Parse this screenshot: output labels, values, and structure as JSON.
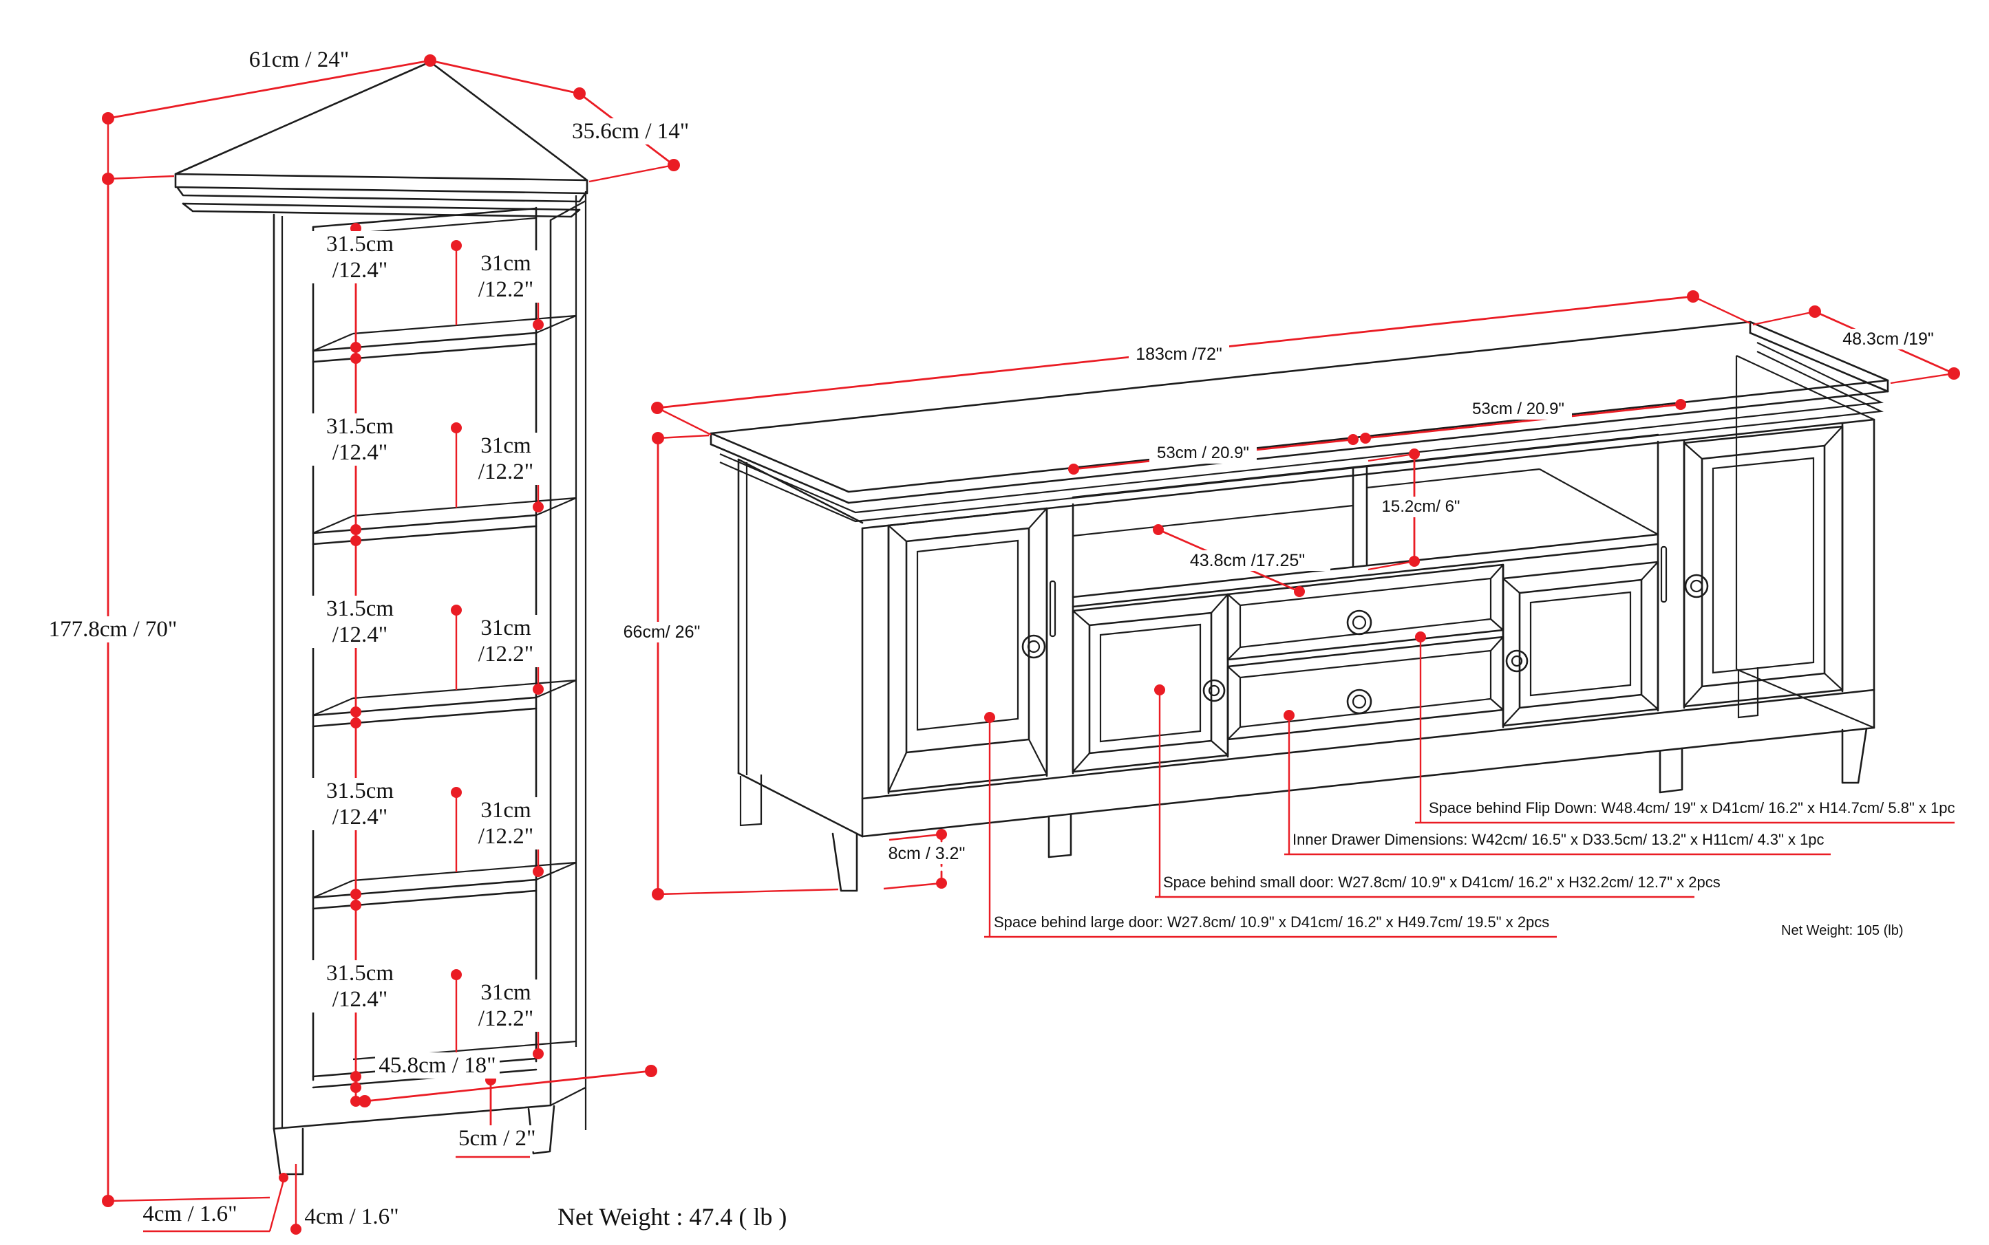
{
  "colors": {
    "line": "#1c1c1c",
    "dimension_red": "#ea1c24",
    "background": "#ffffff"
  },
  "bookcase": {
    "top_width": "61cm / 24\"",
    "top_depth": "35.6cm / 14\"",
    "height": "177.8cm / 70\"",
    "shelves": [
      {
        "inner1": "31.5cm",
        "inner2": "/12.4\"",
        "depth1": "31cm",
        "depth2": "/12.2\""
      },
      {
        "inner1": "31.5cm",
        "inner2": "/12.4\"",
        "depth1": "31cm",
        "depth2": "/12.2\""
      },
      {
        "inner1": "31.5cm",
        "inner2": "/12.4\"",
        "depth1": "31cm",
        "depth2": "/12.2\""
      },
      {
        "inner1": "31.5cm",
        "inner2": "/12.4\"",
        "depth1": "31cm",
        "depth2": "/12.2\""
      },
      {
        "inner1": "31.5cm",
        "inner2": "/12.4\"",
        "depth1": "31cm",
        "depth2": "/12.2\""
      }
    ],
    "bottom_inner_width": "45.8cm / 18\"",
    "plinth_height": "5cm / 2\"",
    "leg_width": "4cm / 1.6\"",
    "leg_depth": "4cm / 1.6\"",
    "net_weight": "Net Weight : 47.4 ( lb )"
  },
  "tvstand": {
    "width": "183cm /72\"",
    "depth": "48.3cm /19\"",
    "height": "66cm/ 26\"",
    "cubby_width_left": "53cm / 20.9\"",
    "cubby_width_right": "53cm / 20.9\"",
    "cubby_depth": "43.8cm /17.25\"",
    "cubby_height": "15.2cm/ 6\"",
    "leg_height": "8cm / 3.2\"",
    "space_flip_down": "Space behind Flip Down: W48.4cm/ 19\" x D41cm/ 16.2\" x H14.7cm/ 5.8\" x 1pc",
    "inner_drawer": "Inner Drawer Dimensions: W42cm/ 16.5\" x D33.5cm/ 13.2\" x H11cm/ 4.3\" x 1pc",
    "space_small_door": "Space behind small door: W27.8cm/ 10.9\" x D41cm/ 16.2\" x H32.2cm/ 12.7\" x 2pcs",
    "space_large_door": "Space behind large door: W27.8cm/ 10.9\" x D41cm/ 16.2\" x H49.7cm/ 19.5\" x 2pcs",
    "net_weight": "Net Weight: 105 (lb)"
  }
}
